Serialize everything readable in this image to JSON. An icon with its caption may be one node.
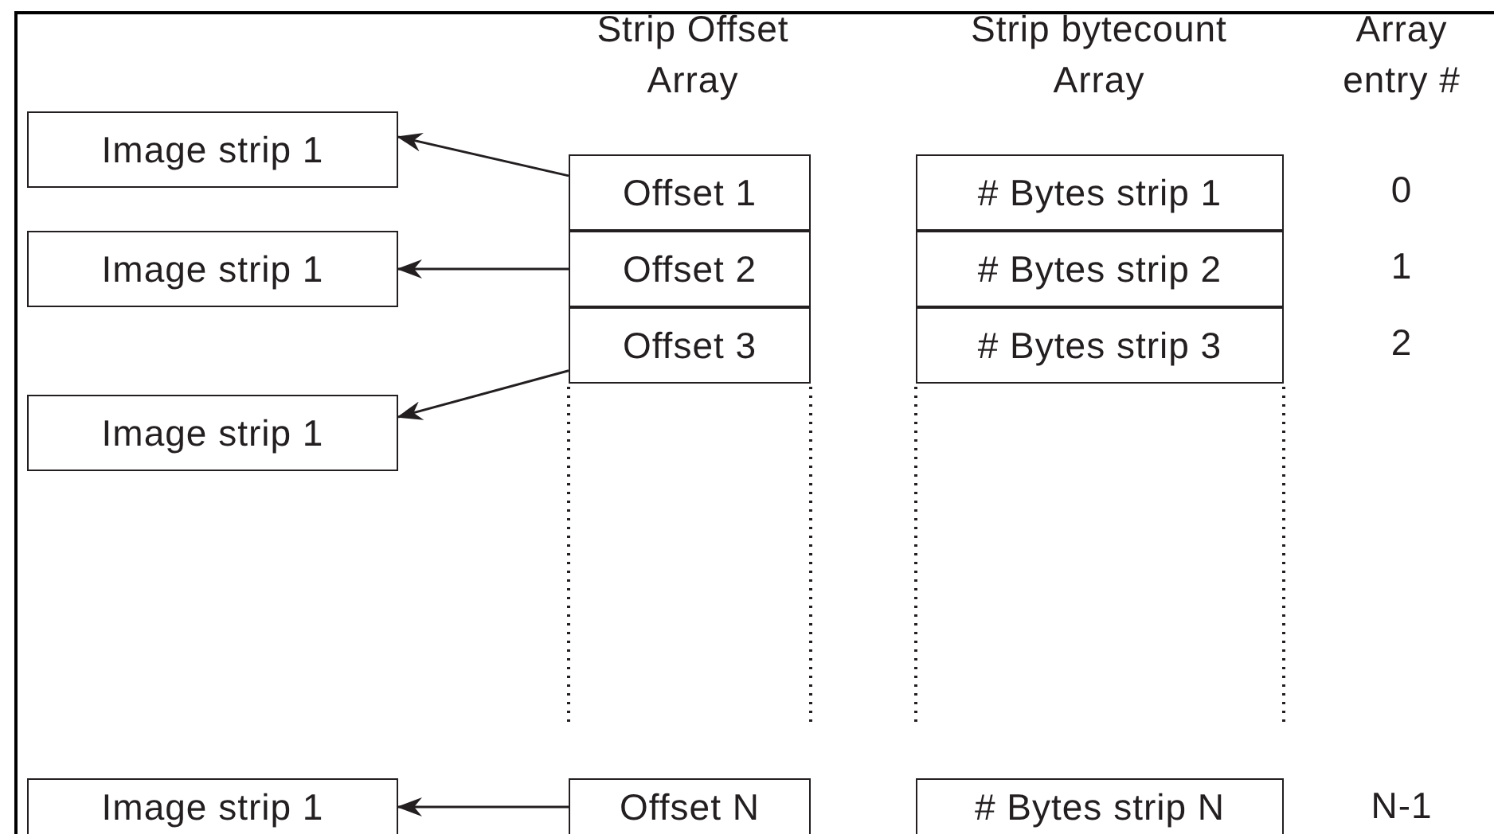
{
  "diagram": {
    "nodes": [
      {
        "text": [
          "Image strip 1"
        ]
      },
      {
        "text": [
          "Offset 1"
        ]
      },
      {
        "text": [
          "# Bytes strip 1"
        ]
      },
      {
        "text": [
          "Image strip 1"
        ]
      },
      {
        "text": [
          "Offset 2"
        ]
      },
      {
        "text": [
          "# Bytes strip 2"
        ]
      },
      {
        "text": [
          "Image strip 1"
        ]
      },
      {
        "text": [
          "Offset 3"
        ]
      },
      {
        "text": [
          "# Bytes strip 3"
        ]
      },
      {
        "text": [
          "Image strip 1"
        ]
      },
      {
        "text": [
          "Offset N"
        ]
      },
      {
        "text": [
          "# Bytes strip N"
        ]
      }
    ],
    "edges": [
      {
        "from": 1,
        "to": 0,
        "arrow": "to"
      },
      {
        "from": 4,
        "to": 3,
        "arrow": "to"
      },
      {
        "from": 7,
        "to": 6,
        "arrow": "to"
      },
      {
        "from": 10,
        "to": 9,
        "arrow": "to"
      }
    ],
    "labels": [
      "Strip Offset Array",
      "Strip bytecount Array",
      "Array entry #",
      "0",
      "1",
      "2",
      "N-1"
    ]
  }
}
